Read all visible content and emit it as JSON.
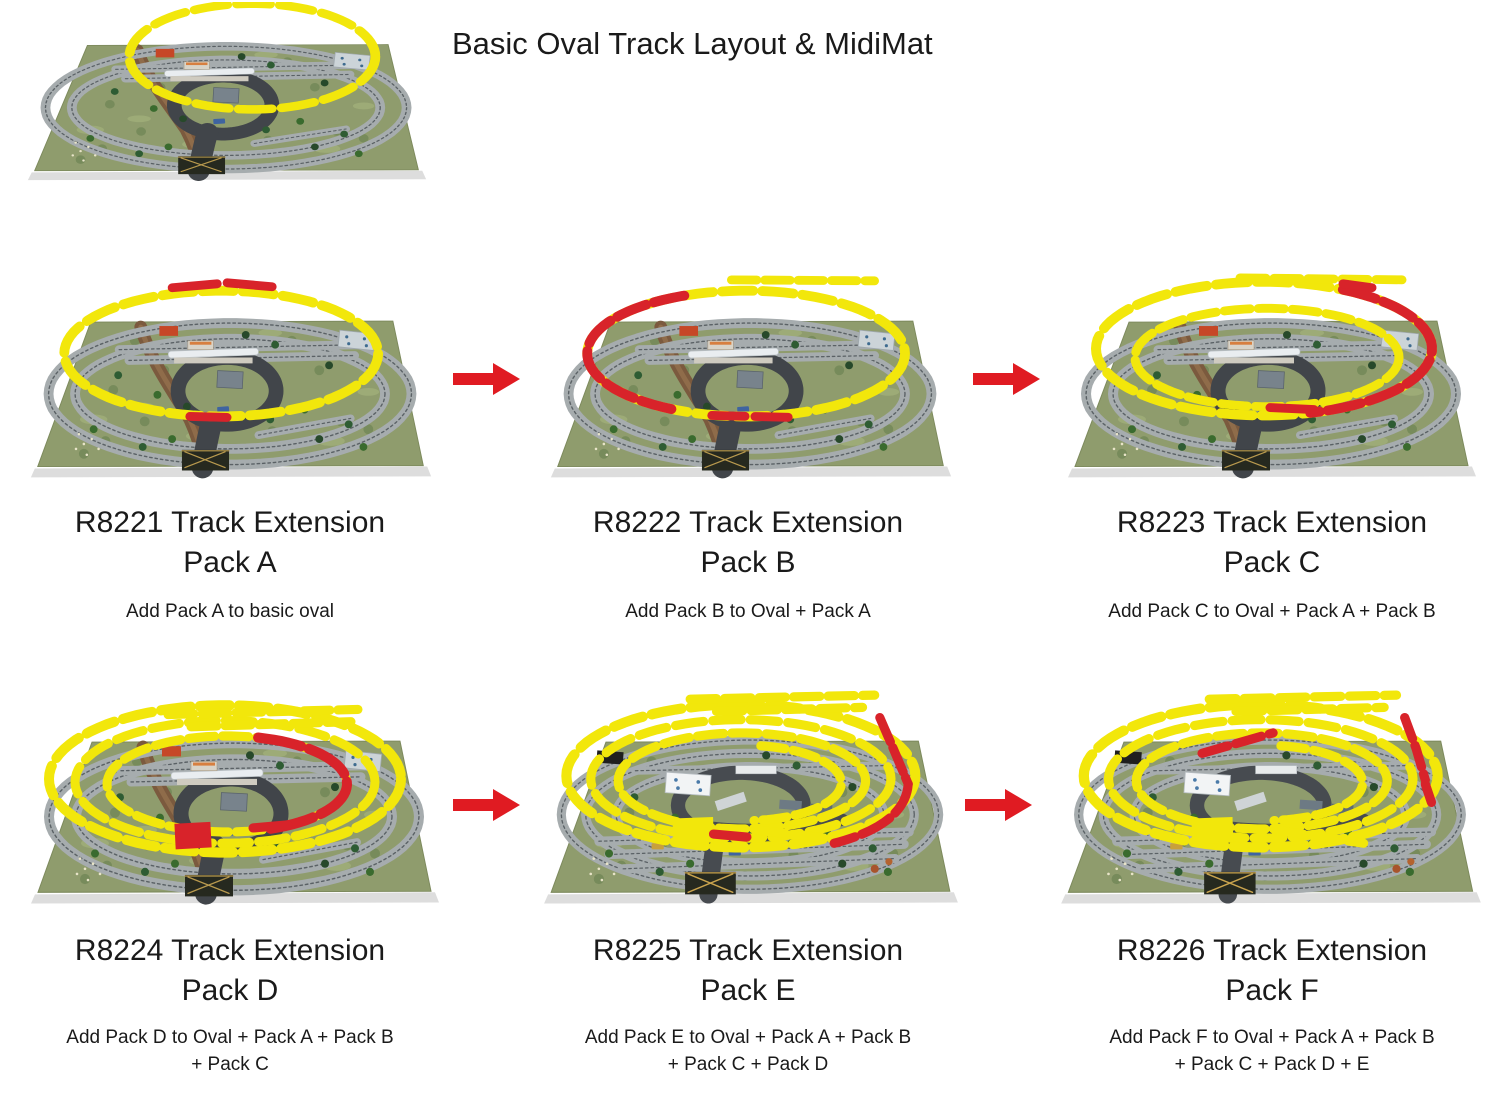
{
  "colors": {
    "highlight_yellow": "#f2e70b",
    "highlight_red": "#d8232a",
    "arrow_red": "#e01b22",
    "text": "#1a1a1a",
    "mat_green": "#8f9c6d",
    "track_grey": "#a6acae"
  },
  "intro": {
    "title": "Basic Oval Track Layout & MidiMat",
    "image": {
      "name": "basic-oval-midimat-photo",
      "variant": "basic"
    }
  },
  "rows": [
    {
      "panels": [
        {
          "code": "R8221",
          "heading_line1": "R8221 Track Extension",
          "heading_line2": "Pack A",
          "note_line1": "Add Pack A to basic oval",
          "note_line2": "",
          "variant": "packA"
        },
        {
          "code": "R8222",
          "heading_line1": "R8222 Track Extension",
          "heading_line2": "Pack B",
          "note_line1": "Add Pack B to Oval + Pack A",
          "note_line2": "",
          "variant": "packB"
        },
        {
          "code": "R8223",
          "heading_line1": "R8223 Track Extension",
          "heading_line2": "Pack C",
          "note_line1": "Add Pack C to Oval + Pack A + Pack B",
          "note_line2": "",
          "variant": "packC"
        }
      ]
    },
    {
      "panels": [
        {
          "code": "R8224",
          "heading_line1": "R8224 Track Extension",
          "heading_line2": "Pack D",
          "note_line1": "Add Pack D to Oval + Pack A + Pack B",
          "note_line2": "+ Pack C",
          "variant": "packD"
        },
        {
          "code": "R8225",
          "heading_line1": "R8225 Track Extension",
          "heading_line2": "Pack E",
          "note_line1": "Add Pack E to Oval + Pack A + Pack B",
          "note_line2": "+ Pack C + Pack D",
          "variant": "packE"
        },
        {
          "code": "R8226",
          "heading_line1": "R8226 Track Extension",
          "heading_line2": "Pack F",
          "note_line1": "Add Pack F to Oval + Pack A + Pack B",
          "note_line2": "+ Pack C + Pack D + E",
          "variant": "packF"
        }
      ]
    }
  ]
}
